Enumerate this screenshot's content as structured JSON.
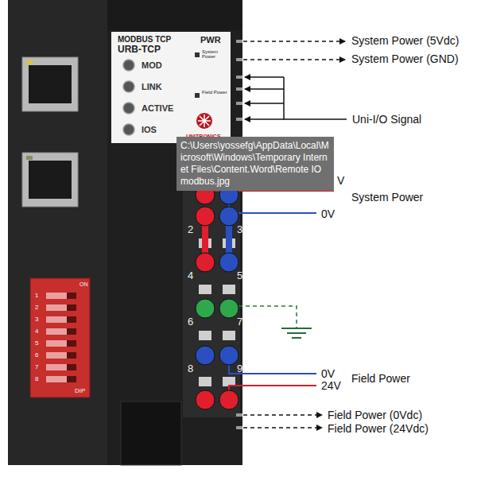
{
  "diagram": {
    "nodes": [
      {
        "text": [
          "MODBUS TCP",
          "URB-TCP",
          "PWR",
          "System Power",
          "Field Power",
          "MOD",
          "LINK",
          "ACTIVE",
          "IOS",
          "UNITRONICS"
        ]
      },
      {
        "text": [
          "C:\\Users\\yossefg\\AppData\\Local\\Microsoft\\Windows\\Temporary Internet Files\\Content.Word\\Remote IO modbus.jpg"
        ]
      }
    ],
    "labels": [
      "System Power (5Vdc)",
      "System Power (GND)",
      "Uni-I/O Signal",
      "ON",
      "1",
      "2",
      "3",
      "4",
      "5",
      "6",
      "7",
      "8",
      "DIP",
      "V",
      "System Power",
      "0V",
      "2",
      "3",
      "4",
      "5",
      "6",
      "7",
      "8",
      "9",
      "0V",
      "24V",
      "Field Power",
      "Field Power (0Vdc)",
      "Field Power (24Vdc)"
    ]
  }
}
